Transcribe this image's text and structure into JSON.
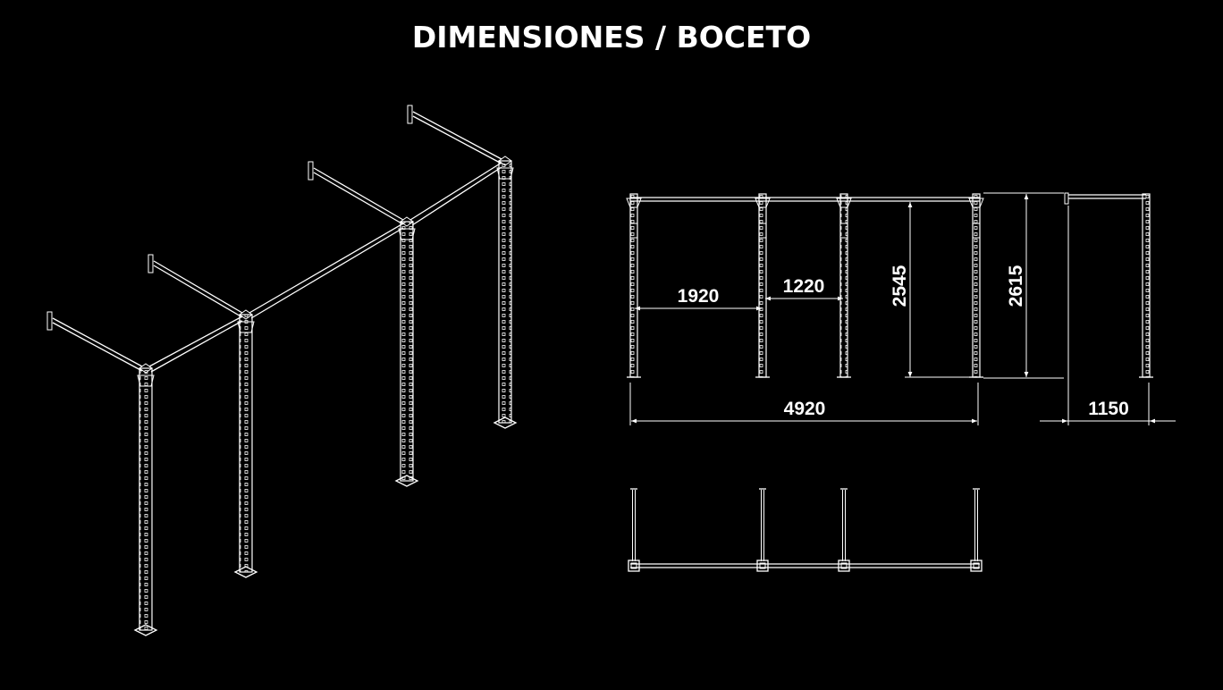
{
  "title": "DIMENSIONES / BOCETO",
  "dimensions": {
    "bay_width_1": "1920",
    "bay_width_2": "1220",
    "bar_height": "2545",
    "total_height": "2615",
    "total_length": "4920",
    "depth": "1150"
  },
  "colors": {
    "background": "#000000",
    "lines": "#ffffff"
  }
}
